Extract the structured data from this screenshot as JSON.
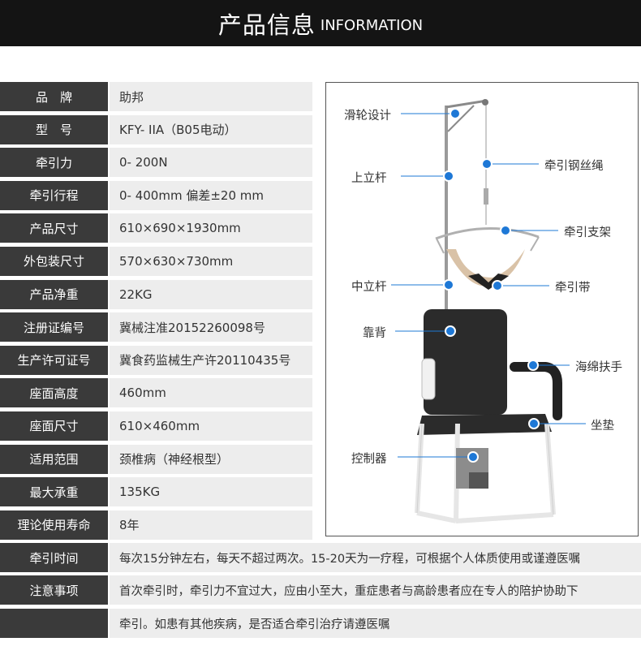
{
  "header": {
    "title_cn": "产品信息",
    "title_en": "INFORMATION"
  },
  "specs": [
    {
      "label": "品　牌",
      "value": "助邦"
    },
    {
      "label": "型　号",
      "value": "KFY- IIA（B05电动）"
    },
    {
      "label": "牵引力",
      "value": "0- 200N"
    },
    {
      "label": "牵引行程",
      "value": "0- 400mm  偏差±20 mm"
    },
    {
      "label": "产品尺寸",
      "value": "610×690×1930mm"
    },
    {
      "label": "外包装尺寸",
      "value": "570×630×730mm"
    },
    {
      "label": "产品净重",
      "value": "22KG"
    },
    {
      "label": "注册证编号",
      "value": "冀械注准20152260098号"
    },
    {
      "label": "生产许可证号",
      "value": "冀食药监械生产许20110435号"
    },
    {
      "label": "座面高度",
      "value": "460mm"
    },
    {
      "label": "座面尺寸",
      "value": "610×460mm"
    },
    {
      "label": "适用范围",
      "value": "颈椎病（神经根型）"
    },
    {
      "label": "最大承重",
      "value": "135KG"
    },
    {
      "label": "理论使用寿命",
      "value": "8年"
    }
  ],
  "notes": [
    {
      "label": "牵引时间",
      "value": "每次15分钟左右，每天不超过两次。15-20天为一疗程，可根据个人体质使用或谨遵医嘱"
    },
    {
      "label": "注意事项",
      "value": "首次牵引时，牵引力不宜过大，应由小至大，重症患者与高龄患者应在专人的陪护协助下"
    },
    {
      "label": "",
      "value": "牵引。如患有其他疾病，是否适合牵引治疗请遵医嘱"
    }
  ],
  "callouts": {
    "pulley": "滑轮设计",
    "upper_rod": "上立杆",
    "middle_rod": "中立杆",
    "backrest": "靠背",
    "controller": "控制器",
    "wire_rope": "牵引钢丝绳",
    "bracket": "牵引支架",
    "strap": "牵引带",
    "armrest": "海绵扶手",
    "cushion": "坐垫"
  },
  "colors": {
    "header_bg": "#141414",
    "label_bg": "#3a3a3a",
    "value_bg": "#ededed",
    "accent": "#1e78d6"
  }
}
